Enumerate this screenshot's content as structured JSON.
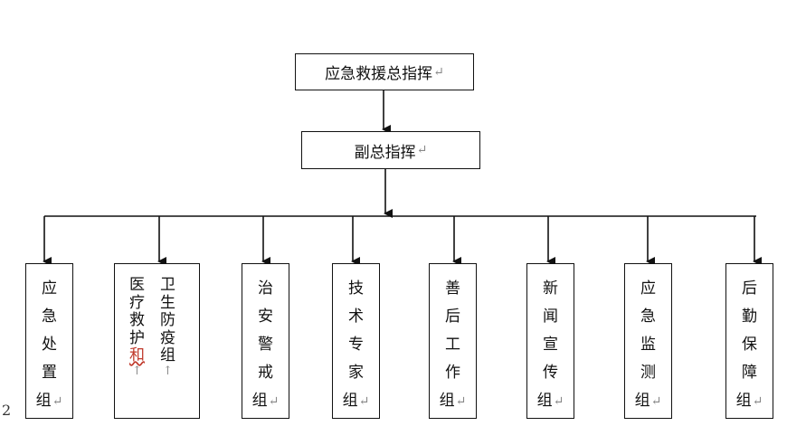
{
  "commander": "应急救援总指挥",
  "deputy": "副总指挥",
  "return_mark": "↵",
  "groups": [
    {
      "chars": [
        "应",
        "急",
        "处",
        "置",
        "组"
      ]
    },
    {
      "chars": [
        "治",
        "安",
        "警",
        "戒",
        "组"
      ]
    },
    {
      "chars": [
        "技",
        "术",
        "专",
        "家",
        "组"
      ]
    },
    {
      "chars": [
        "善",
        "后",
        "工",
        "作",
        "组"
      ]
    },
    {
      "chars": [
        "新",
        "闻",
        "宣",
        "传",
        "组"
      ]
    },
    {
      "chars": [
        "应",
        "急",
        "监",
        "测",
        "组"
      ]
    },
    {
      "chars": [
        "后",
        "勤",
        "保",
        "障",
        "组"
      ]
    }
  ],
  "medical_group": {
    "col_right": [
      "卫",
      "生",
      "防",
      "疫",
      "组"
    ],
    "col_left": [
      "医",
      "疗",
      "救",
      "护",
      "和"
    ],
    "col_mark": "↑"
  },
  "stray_char": "2"
}
